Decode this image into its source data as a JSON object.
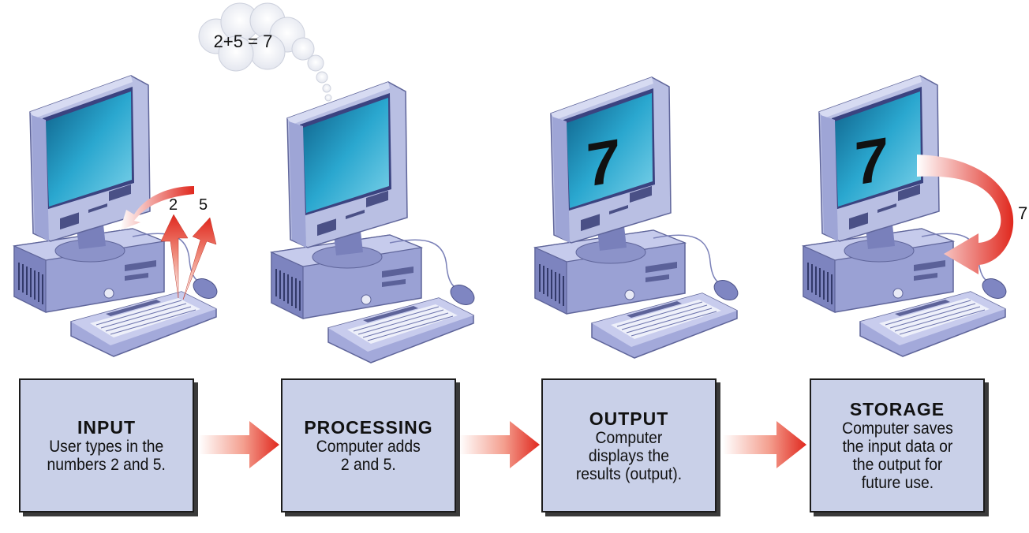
{
  "thought_bubble": {
    "text": "2+5 = 7"
  },
  "input_stage": {
    "title": "INPUT",
    "description": "User types in the\nnumbers 2 and 5.",
    "arrow_labels": [
      "2",
      "5"
    ]
  },
  "processing_stage": {
    "title": "PROCESSING",
    "description": "Computer adds\n2 and 5."
  },
  "output_stage": {
    "title": "OUTPUT",
    "description": "Computer\ndisplays the\nresults (output).",
    "screen_value": "7"
  },
  "storage_stage": {
    "title": "STORAGE",
    "description": "Computer saves\nthe input data or\nthe output for\nfuture use.",
    "screen_value": "7",
    "arrow_label": "7"
  },
  "colors": {
    "box_fill": "#c9d0e8",
    "arrow_red": "#e0281e",
    "monitor_body": "#b7bde0",
    "screen": "#2a9ec4"
  }
}
